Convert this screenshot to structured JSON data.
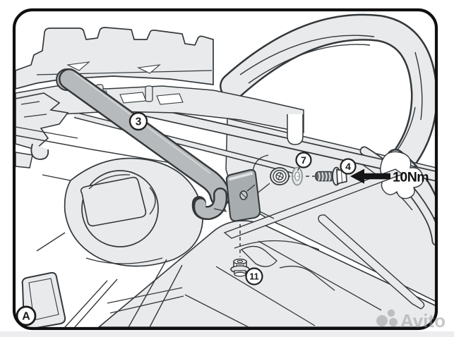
{
  "page": {
    "background": "#ffffff",
    "footer_strip_color": "#ededef"
  },
  "figure": {
    "kind": "installation-step-diagram",
    "subject": "motorcycle-rear-rack-bracket-mounting",
    "step_label": "A",
    "torque_label": "10Nm",
    "callouts": [
      {
        "id": "3",
        "part": "support-arm"
      },
      {
        "id": "7",
        "part": "washer"
      },
      {
        "id": "4",
        "part": "flanged-screw"
      },
      {
        "id": "11",
        "part": "flanged-nut"
      }
    ],
    "colors": {
      "line": "#34383a",
      "panel": "#e8eaec",
      "arm": "#b7babc",
      "bracket": "#a7acaf",
      "border": "#101010",
      "arrow": "#151515"
    }
  },
  "watermark": {
    "text": "Avito",
    "logo": "avito-dots-logo",
    "color": "#9b9b9b"
  }
}
